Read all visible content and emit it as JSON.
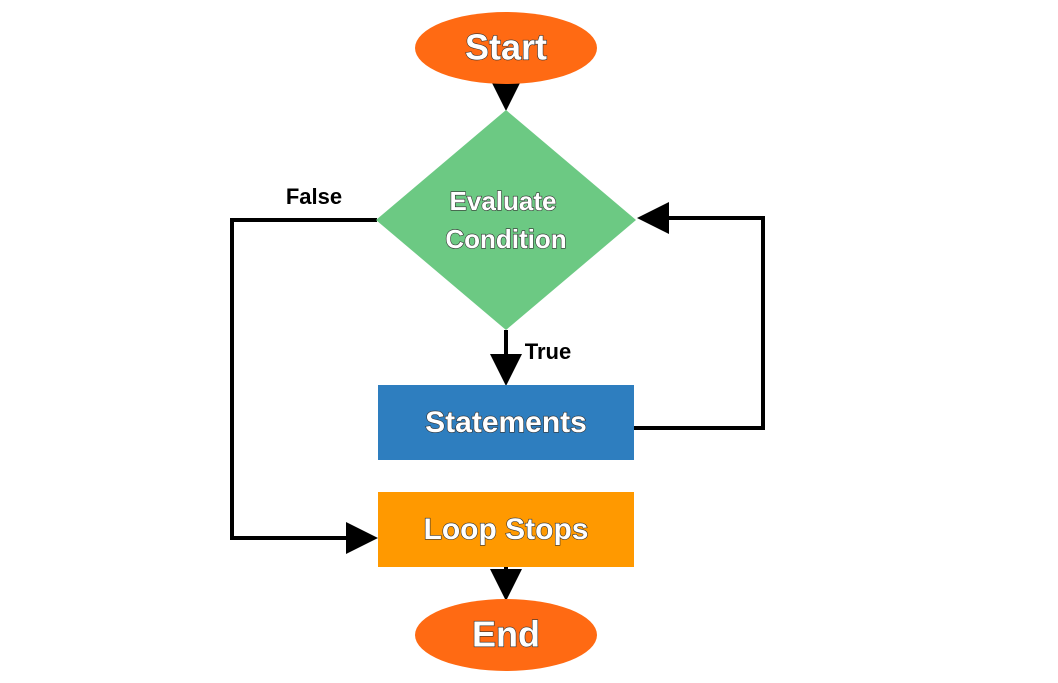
{
  "nodes": {
    "start": {
      "label": "Start",
      "color": "#ff6a13"
    },
    "condition": {
      "line1": "Evaluate",
      "line2": "Condition",
      "color": "#6cc983"
    },
    "statements": {
      "label": "Statements",
      "color": "#2e7ebf"
    },
    "loop_stops": {
      "label": "Loop Stops",
      "color": "#ff9900"
    },
    "end": {
      "label": "End",
      "color": "#ff6a13"
    }
  },
  "edges": {
    "false_label": "False",
    "true_label": "True"
  }
}
